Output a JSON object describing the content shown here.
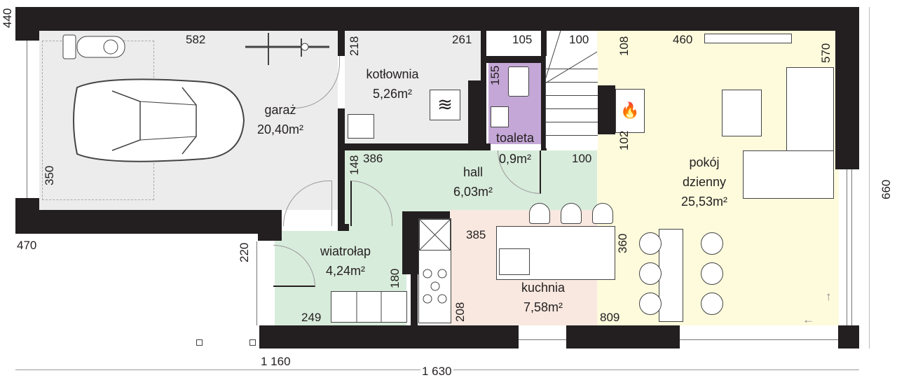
{
  "rooms": {
    "garage": {
      "name": "garaż",
      "area": "20,40m²"
    },
    "boiler_room": {
      "name": "kotłownia",
      "area": "5,26m²"
    },
    "toilet": {
      "name": "toaleta",
      "area": "0,9m²"
    },
    "hall": {
      "name": "hall",
      "area": "6,03m²"
    },
    "vestibule": {
      "name": "wiatrołap",
      "area": "4,24m²"
    },
    "kitchen": {
      "name": "kuchnia",
      "area": "7,58m²"
    },
    "living_room": {
      "name_line1": "pokój",
      "name_line2": "dzienny",
      "area": "25,53m²"
    }
  },
  "dimensions": {
    "d440": "440",
    "d582": "582",
    "d218": "218",
    "d261": "261",
    "d105": "105",
    "d100a": "100",
    "d108": "108",
    "d460": "460",
    "d570": "570",
    "d155": "155",
    "d102": "102",
    "d100b": "100",
    "d148": "148",
    "d386": "386",
    "d350": "350",
    "d660": "660",
    "d470": "470",
    "d220": "220",
    "d385": "385",
    "d360": "360",
    "d180": "180",
    "d249": "249",
    "d208": "208",
    "d809": "809",
    "d1160": "1 160",
    "d1630": "1 630"
  },
  "colors": {
    "wall": "#231f20",
    "garage": "#ececec",
    "hall": "#d8ecdb",
    "toilet": "#c4a7d6",
    "kitchen": "#f8e8df",
    "living": "#fdfbdc"
  }
}
